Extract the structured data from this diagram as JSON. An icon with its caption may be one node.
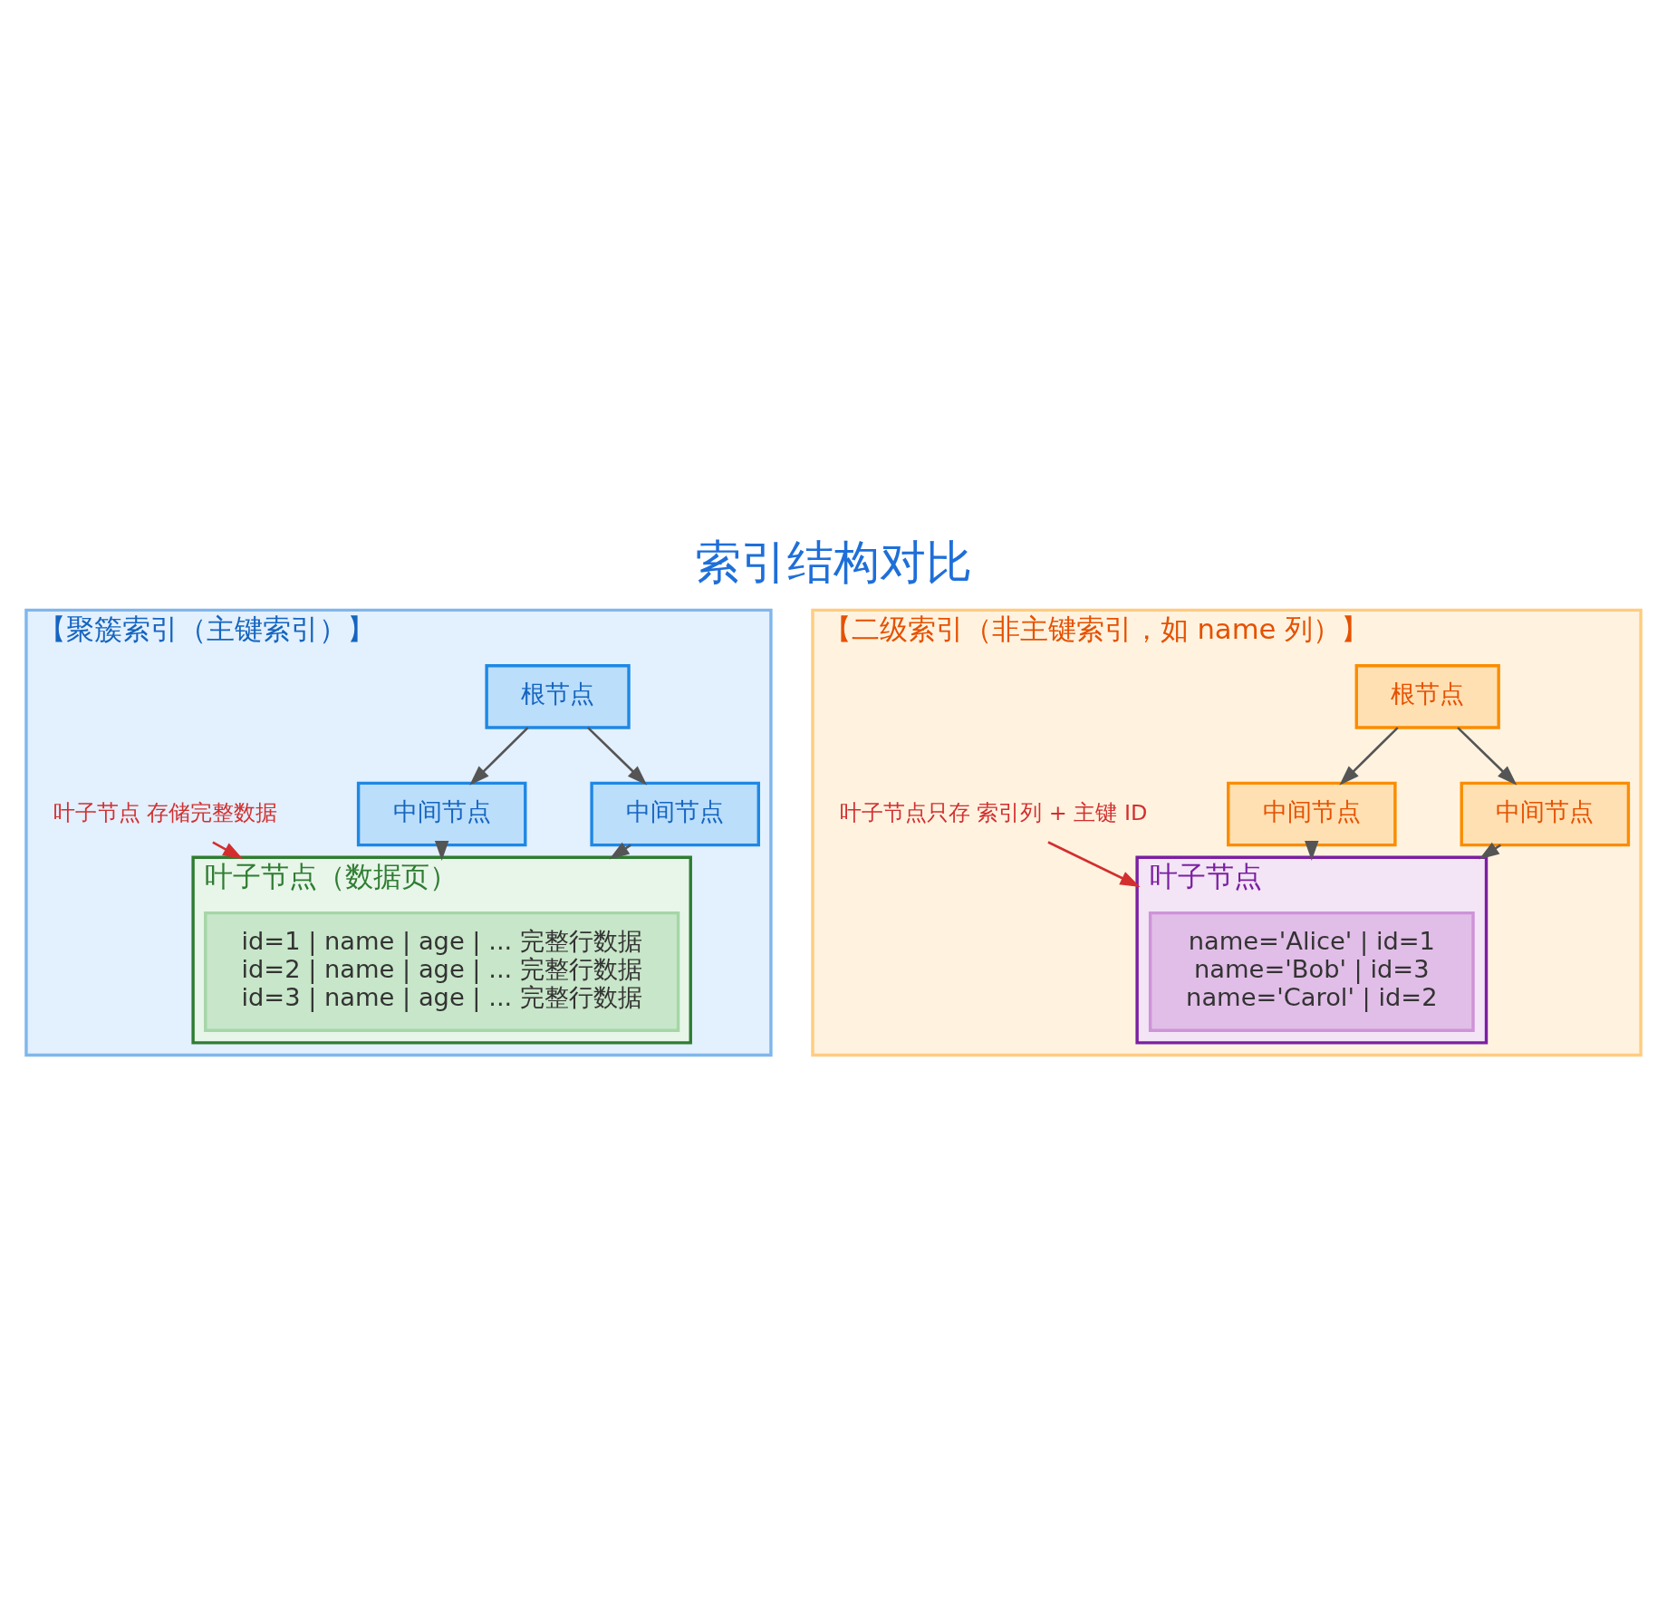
{
  "diagram": {
    "title": "索引结构对比",
    "nodes": [
      {
        "text": [
          "【聚簇索引（主键索引）】"
        ]
      },
      {
        "text": [
          "根节点"
        ],
        "in": 0
      },
      {
        "text": [
          "中间节点"
        ],
        "in": 0
      },
      {
        "text": [
          "中间节点"
        ],
        "in": 0
      },
      {
        "text": [
          "叶子节点（数据页）"
        ],
        "in": 0
      },
      {
        "text": [
          "id=1 | name | age | ... 完整行数据",
          "id=2 | name | age | ... 完整行数据",
          "id=3 | name | age | ... 完整行数据"
        ],
        "in": 4
      },
      {
        "text": [
          "叶子节点 存储完整数据"
        ],
        "in": 0
      },
      {
        "text": [
          "【二级索引（非主键索引，如 name 列）】"
        ]
      },
      {
        "text": [
          "根节点"
        ],
        "in": 7
      },
      {
        "text": [
          "中间节点"
        ],
        "in": 7
      },
      {
        "text": [
          "中间节点"
        ],
        "in": 7
      },
      {
        "text": [
          "叶子节点"
        ],
        "in": 7
      },
      {
        "text": [
          "name='Alice' | id=1",
          "name='Bob' | id=3",
          "name='Carol' | id=2"
        ],
        "in": 11
      },
      {
        "text": [
          "叶子节点只存 索引列 + 主键 ID"
        ],
        "in": 7
      }
    ],
    "edges": [
      {
        "from": 1,
        "to": 2,
        "arrow": "to"
      },
      {
        "from": 1,
        "to": 3,
        "arrow": "to"
      },
      {
        "from": 2,
        "to": 4,
        "arrow": "to"
      },
      {
        "from": 3,
        "to": 4,
        "arrow": "to"
      },
      {
        "from": 6,
        "to": 4,
        "arrow": "to",
        "color": "#d32f2f"
      },
      {
        "from": 8,
        "to": 9,
        "arrow": "to"
      },
      {
        "from": 8,
        "to": 10,
        "arrow": "to"
      },
      {
        "from": 9,
        "to": 11,
        "arrow": "to"
      },
      {
        "from": 10,
        "to": 11,
        "arrow": "to"
      },
      {
        "from": 13,
        "to": 11,
        "arrow": "to",
        "color": "#d32f2f"
      }
    ]
  }
}
